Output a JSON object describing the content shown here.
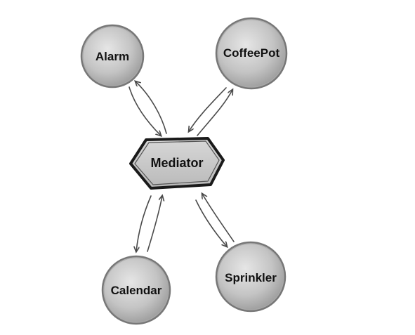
{
  "diagram": {
    "hub": {
      "label": "Mediator"
    },
    "nodes": {
      "alarm": {
        "label": "Alarm"
      },
      "coffeepot": {
        "label": "CoffeePot"
      },
      "calendar": {
        "label": "Calendar"
      },
      "sprinkler": {
        "label": "Sprinkler"
      }
    },
    "colors": {
      "node_fill": "#c4c4c4",
      "node_stroke": "#777777",
      "outline_dark": "#1a1a1a",
      "arrow": "#4a4a4a"
    }
  }
}
